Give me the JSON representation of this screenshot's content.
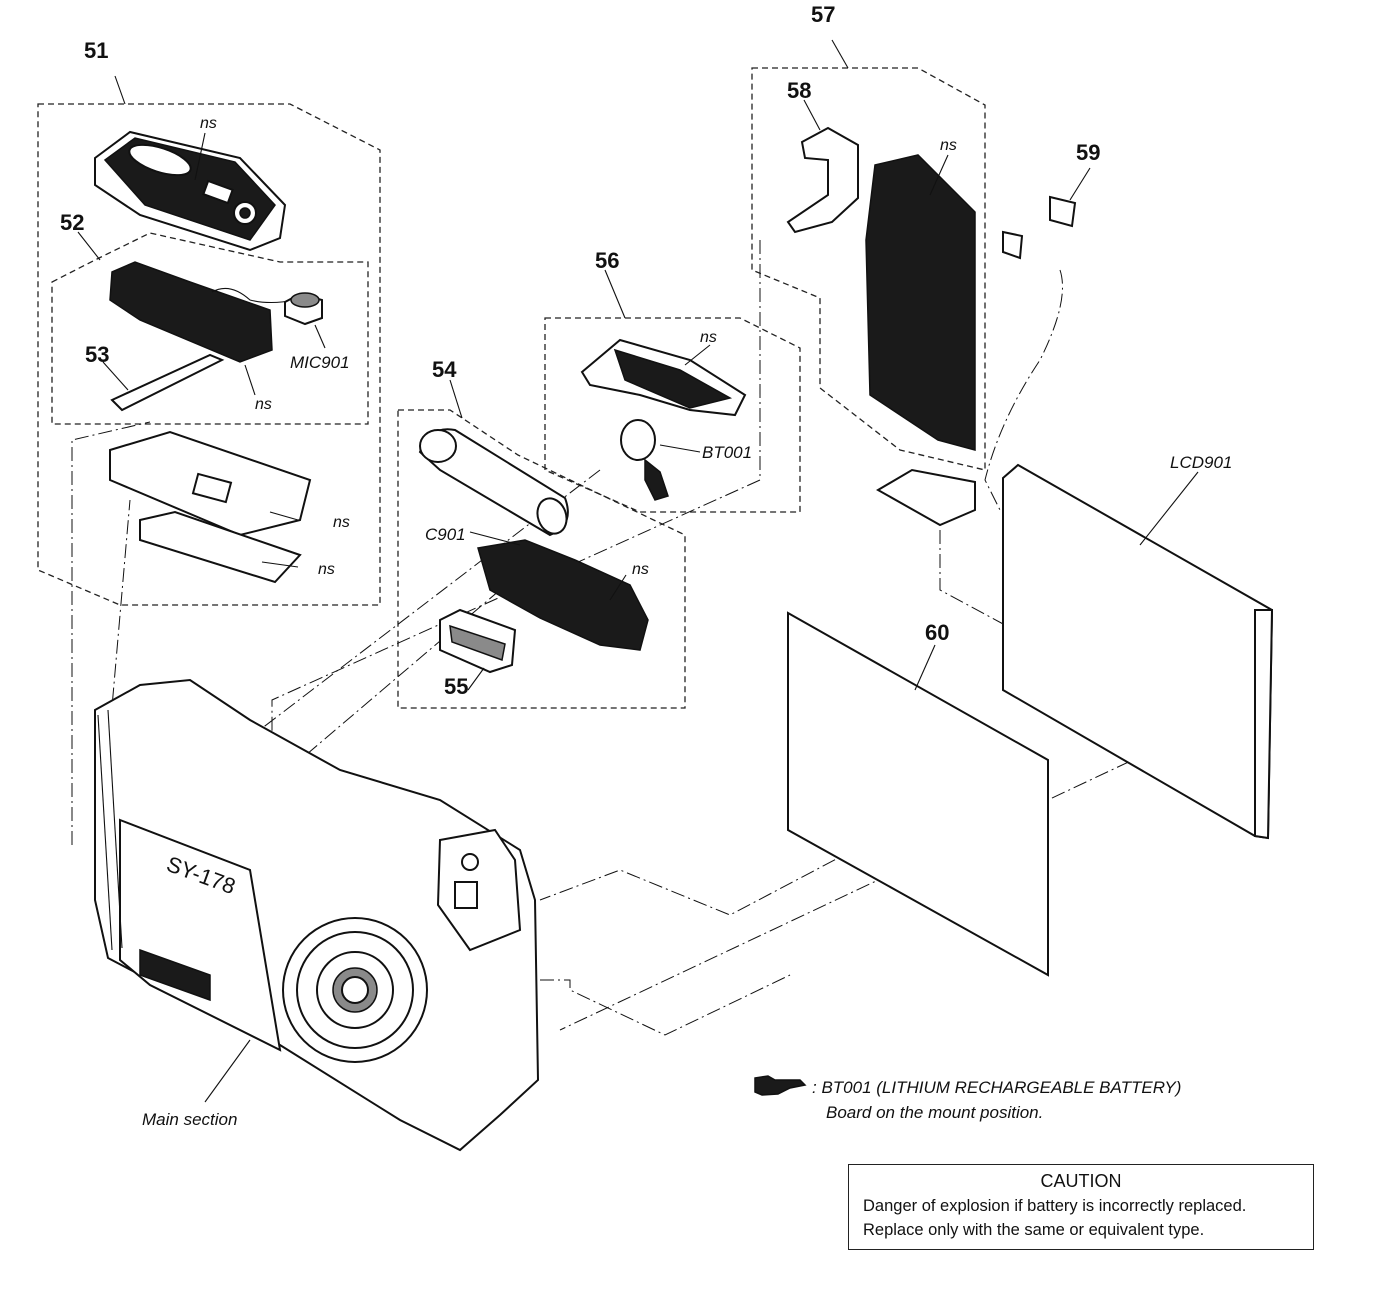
{
  "diagram": {
    "refs": [
      "51",
      "52",
      "53",
      "54",
      "55",
      "56",
      "57",
      "58",
      "59",
      "60"
    ],
    "parts": {
      "mic": "MIC901",
      "cap": "C901",
      "battery": "BT001",
      "lcd": "LCD901",
      "board": "SY-178",
      "main": "Main section"
    },
    "ns_label": "ns"
  },
  "note": {
    "line1": ": BT001 (LITHIUM RECHARGEABLE BATTERY)",
    "line2": "Board on the mount position."
  },
  "caution": {
    "title": "CAUTION",
    "line1": "Danger of explosion if battery is incorrectly replaced.",
    "line2": "Replace only with the same or equivalent type."
  }
}
